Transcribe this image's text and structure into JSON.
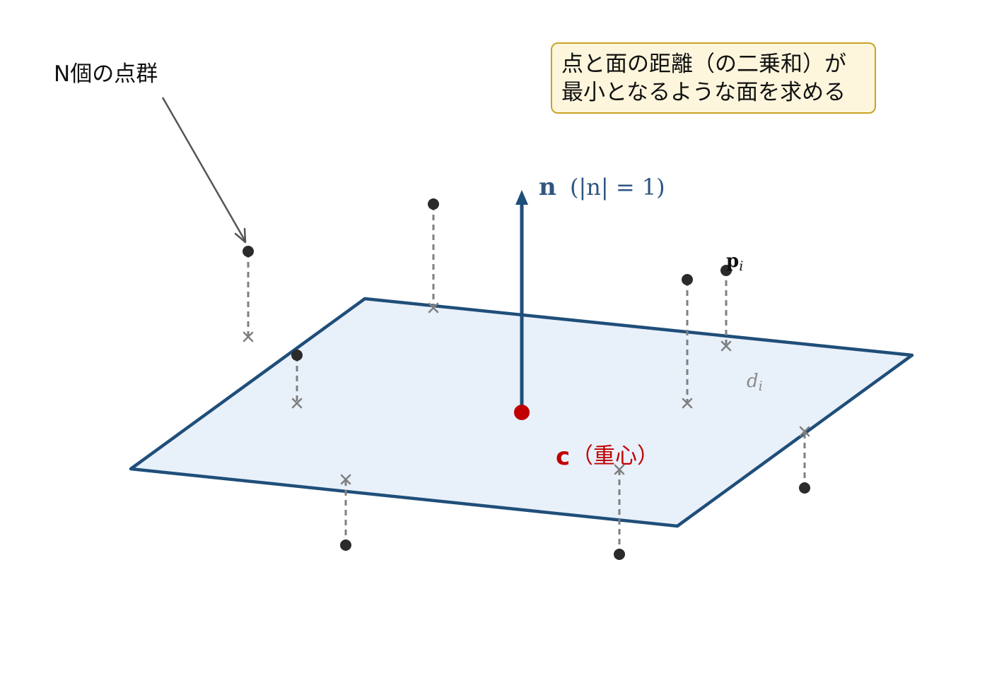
{
  "annotation": {
    "point_cloud_label": "N個の点群"
  },
  "callout": {
    "line1": "点と面の距離（の二乗和）が",
    "line2": "最小となるような面を求める"
  },
  "normal": {
    "symbol": "n",
    "condition": "(|n| = 1)"
  },
  "point_label": {
    "symbol": "p",
    "subscript": "i"
  },
  "distance_label": {
    "symbol": "d",
    "subscript": "i"
  },
  "centroid": {
    "symbol": "c",
    "label": "（重心）"
  },
  "colors": {
    "plane_fill": "#e8f0fa",
    "plane_edge": "#1f4e79",
    "normal_arrow": "#1f4e79",
    "centroid": "#c00000",
    "point": "#2b2b2b",
    "projection_line": "#7f7f7f",
    "callout_fill": "#fdf6dc",
    "callout_border": "#c9a227"
  }
}
